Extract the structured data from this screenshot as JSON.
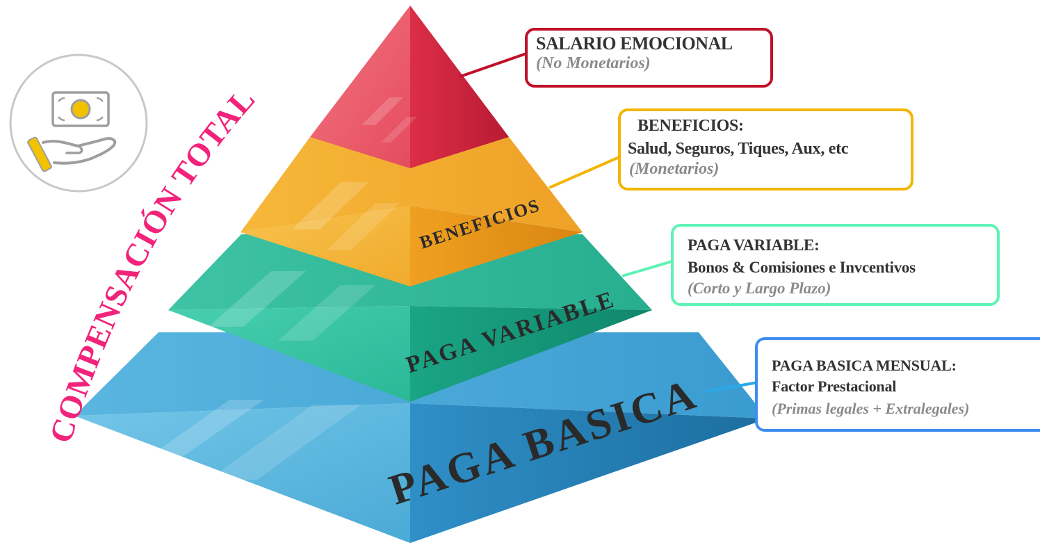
{
  "diagram": {
    "side_title": "COMPENSACIÓN TOTAL",
    "icon": "money-in-hand-icon",
    "colors": {
      "side_title": "#f2237a",
      "salario": "#c0102a",
      "beneficios": "#f3b500",
      "variable": "#5ef3b5",
      "basica": "#3d8ef0"
    },
    "levels": [
      {
        "id": "salario",
        "pyramid_label": "",
        "callout": {
          "line1": "SALARIO EMOCIONAL",
          "line2": "",
          "sub": "(No Monetarios)"
        }
      },
      {
        "id": "beneficios",
        "pyramid_label": "BENEFICIOS",
        "callout": {
          "line1": "BENEFICIOS:",
          "line2": "Salud, Seguros, Tiques, Aux, etc",
          "sub": "(Monetarios)"
        }
      },
      {
        "id": "variable",
        "pyramid_label": "PAGA VARIABLE",
        "callout": {
          "line1": "PAGA VARIABLE:",
          "line2": "Bonos & Comisiones e Invcentivos",
          "sub": "(Corto y Largo Plazo)"
        }
      },
      {
        "id": "basica",
        "pyramid_label": "PAGA BASICA",
        "callout": {
          "line1": "PAGA BASICA MENSUAL:",
          "line2": "Factor Prestacional",
          "sub": "(Primas legales + Extralegales)"
        }
      }
    ]
  }
}
